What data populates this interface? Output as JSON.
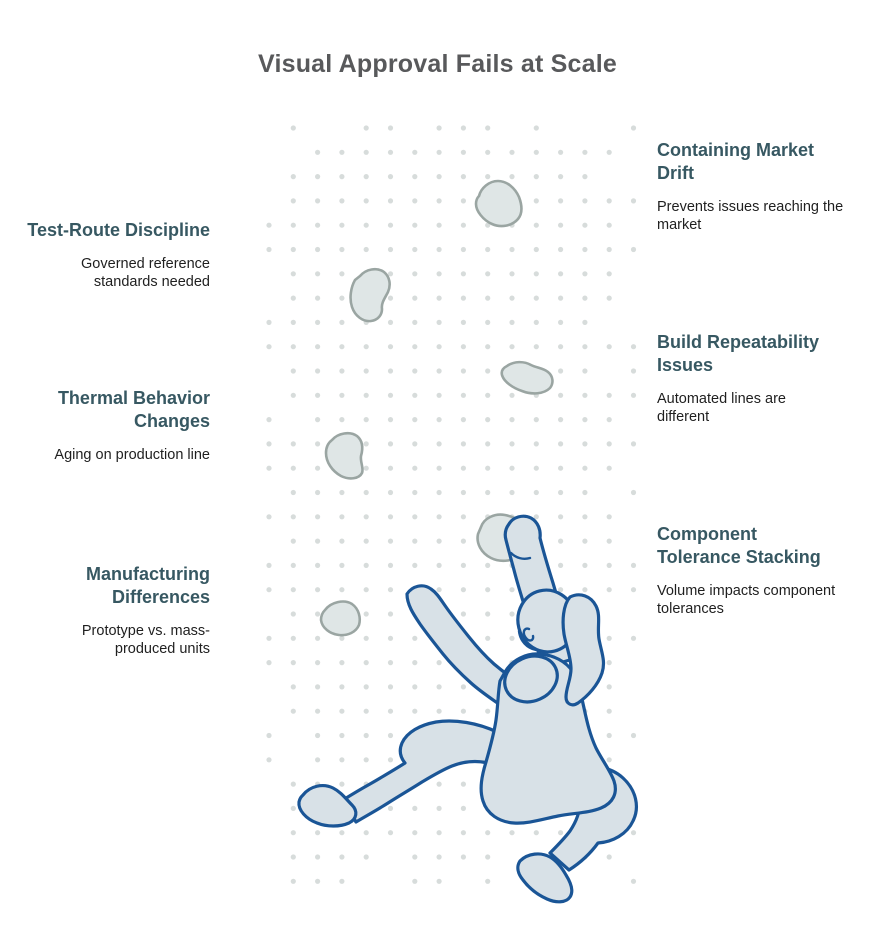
{
  "title": "Visual Approval Fails at Scale",
  "left_items": [
    {
      "heading": "Test-Route Discipline",
      "body": "Governed reference\nstandards needed"
    },
    {
      "heading": "Thermal Behavior\nChanges",
      "body": "Aging on production line"
    },
    {
      "heading": "Manufacturing\nDifferences",
      "body": "Prototype vs. mass-\nproduced units"
    }
  ],
  "right_items": [
    {
      "heading": "Containing Market\nDrift",
      "body": "Prevents issues reaching the\nmarket"
    },
    {
      "heading": "Build Repeatability\nIssues",
      "body": "Automated lines are\ndifferent"
    },
    {
      "heading": "Component\nTolerance Stacking",
      "body": "Volume impacts component\ntolerances"
    }
  ],
  "illustration": {
    "name": "female climber ascending a dotted bouldering wall",
    "holds_count": 6
  },
  "colors": {
    "background": "#ffffff",
    "title": "#58595b",
    "heading": "#375862",
    "body": "#1f1f1f",
    "dot": "#d7dcdb",
    "hold_fill": "#dfe6e6",
    "hold_stroke": "#9aa5a2",
    "climber_fill": "#d8e1e7",
    "climber_stroke": "#1a5596"
  }
}
